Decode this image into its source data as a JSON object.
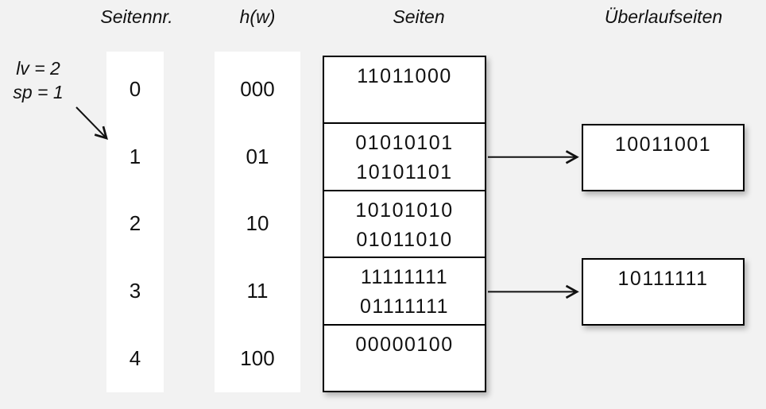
{
  "background": "#f2f2f2",
  "ink": "#111111",
  "headers": {
    "seitennr": "Seitennr.",
    "hash": "h(w)",
    "seiten": "Seiten",
    "ueberlaufseiten": "Überlaufseiten"
  },
  "annotation": {
    "line1": "lv = 2",
    "line2": "sp = 1"
  },
  "rows": [
    {
      "nr": "0",
      "hash": "000",
      "entries": [
        "11011000"
      ],
      "overflow": null
    },
    {
      "nr": "1",
      "hash": "01",
      "entries": [
        "01010101",
        "10101101"
      ],
      "overflow": "10011001"
    },
    {
      "nr": "2",
      "hash": "10",
      "entries": [
        "10101010",
        "01011010"
      ],
      "overflow": null
    },
    {
      "nr": "3",
      "hash": "11",
      "entries": [
        "11111111",
        "01111111"
      ],
      "overflow": "10111111"
    },
    {
      "nr": "4",
      "hash": "100",
      "entries": [
        "00000100"
      ],
      "overflow": null
    }
  ]
}
